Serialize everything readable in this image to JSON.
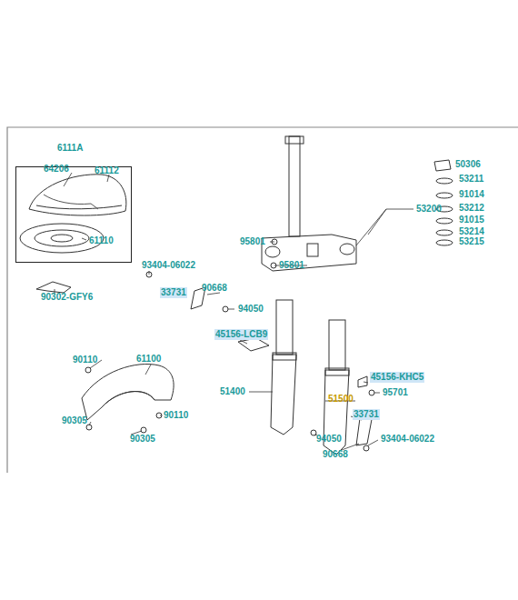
{
  "diagram": {
    "nodes": [
      {
        "text": [
          "6111A",
          "64206",
          "61112",
          "61110"
        ]
      }
    ],
    "labels": [
      "90302-GFY6",
      "50306",
      "53211",
      "91014",
      "53212",
      "91015",
      "53214",
      "53215",
      "53200",
      "95801",
      "95801",
      "93404-06022",
      "33731",
      "90668",
      "94050",
      "45156-LCB9",
      "90110",
      "61100",
      "51400",
      "45156-KHC5",
      "95701",
      "51500",
      "33731",
      "90110",
      "90305",
      "90305",
      "94050",
      "93404-06022",
      "90668"
    ]
  }
}
